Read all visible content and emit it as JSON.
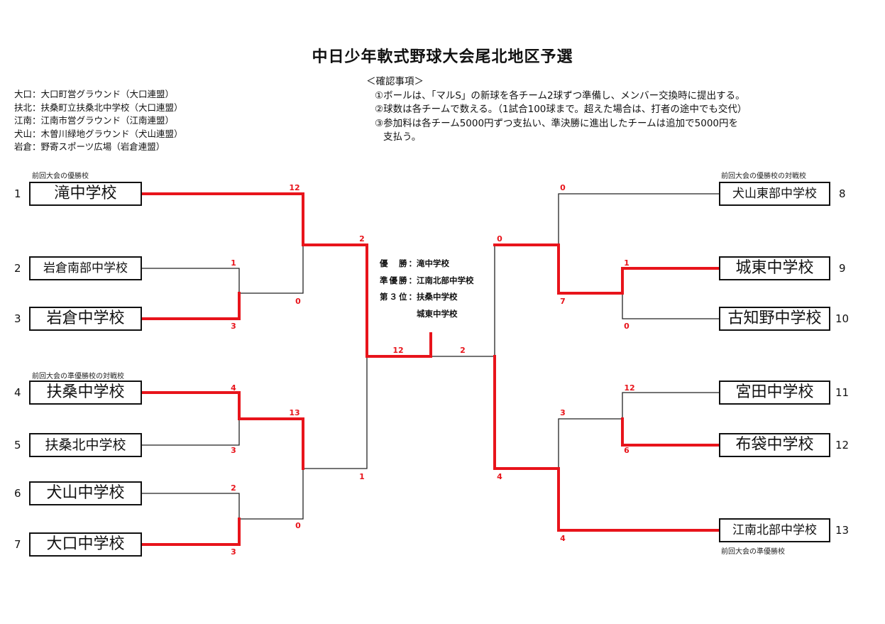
{
  "title": "中日少年軟式野球大会尾北地区予選",
  "venues": [
    "大口：大口町営グラウンド（大口連盟）",
    "扶北：扶桑町立扶桑北中学校（大口連盟）",
    "江南：江南市営グラウンド（江南連盟）",
    "犬山：木曽川緑地グラウンド（犬山連盟）",
    "岩倉：野寄スポーツ広場（岩倉連盟）"
  ],
  "notes": {
    "heading": "＜確認事項＞",
    "items": [
      "①ボールは、「マルS」の新球を各チーム2球ずつ準備し、メンバー交換時に提出する。",
      "②球数は各チームで数える。（1試合100球まで。超えた場合は、打者の途中でも交代）",
      "③参加料は各チーム5000円ずつ支払い、準決勝に進出したチームは追加で5000円を"
    ],
    "continuation": "支払う。"
  },
  "captions": {
    "prev_winner": "前回大会の優勝校",
    "prev_winner_opponent": "前回大会の優勝校の対戦校",
    "prev_runnerup_opponent": "前回大会の準優勝校の対戦校",
    "prev_runnerup": "前回大会の準優勝校"
  },
  "results": {
    "champion_label": "優　勝：",
    "champion": "滝中学校",
    "runnerup_label": "準優勝：",
    "runnerup": "江南北部中学校",
    "third_label": "第３位：",
    "third": [
      "扶桑中学校",
      "城東中学校"
    ]
  },
  "teams": [
    {
      "seed": "1",
      "name": "滝中学校"
    },
    {
      "seed": "2",
      "name": "岩倉南部中学校"
    },
    {
      "seed": "3",
      "name": "岩倉中学校"
    },
    {
      "seed": "4",
      "name": "扶桑中学校"
    },
    {
      "seed": "5",
      "name": "扶桑北中学校"
    },
    {
      "seed": "6",
      "name": "犬山中学校"
    },
    {
      "seed": "7",
      "name": "大口中学校"
    },
    {
      "seed": "8",
      "name": "犬山東部中学校"
    },
    {
      "seed": "9",
      "name": "城東中学校"
    },
    {
      "seed": "10",
      "name": "古知野中学校"
    },
    {
      "seed": "11",
      "name": "宮田中学校"
    },
    {
      "seed": "12",
      "name": "布袋中学校"
    },
    {
      "seed": "13",
      "name": "江南北部中学校"
    }
  ],
  "scores": {
    "r1_2v3": [
      "1",
      "3"
    ],
    "r1_4v5": [
      "4",
      "3"
    ],
    "r1_6v7": [
      "2",
      "3"
    ],
    "r1_9v10": [
      "1",
      "0"
    ],
    "r1_11v12": [
      "12",
      "6"
    ],
    "r2_1v3": [
      "12",
      "0"
    ],
    "r2_4v7": [
      "13",
      "0"
    ],
    "r2_8v9": [
      "0",
      "7"
    ],
    "r2_12v13": [
      "3",
      "4"
    ],
    "sf_left": [
      "2",
      "1"
    ],
    "sf_right": [
      "0",
      "4"
    ],
    "final": [
      "12",
      "2"
    ]
  },
  "colors": {
    "win": "#e8141b",
    "line": "#222222"
  }
}
